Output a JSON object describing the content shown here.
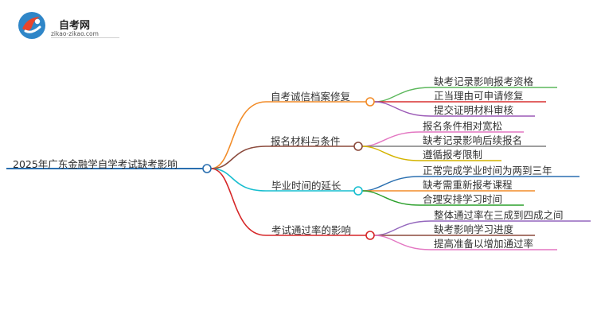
{
  "logo": {
    "title": "自考网",
    "url": "zikao-zikao.com"
  },
  "root": {
    "label": "2025年广东金融学自学考试缺考影响"
  },
  "branches": [
    {
      "label": "自考诚信档案修复",
      "color": "#f28c28",
      "children": [
        {
          "label": "缺考记录影响报考资格",
          "color": "#5cb85c"
        },
        {
          "label": "正当理由可申请修复",
          "color": "#d93030"
        },
        {
          "label": "提交证明材料审核",
          "color": "#9b59b6"
        }
      ]
    },
    {
      "label": "报名材料与条件",
      "color": "#8b4a3c",
      "children": [
        {
          "label": "报名条件相对宽松",
          "color": "#e377c2"
        },
        {
          "label": "缺考记录影响后续报名",
          "color": "#7f7f7f"
        },
        {
          "label": "遵循报考限制",
          "color": "#d4b400"
        }
      ]
    },
    {
      "label": "毕业时间的延长",
      "color": "#17becf",
      "children": [
        {
          "label": "正常完成学业时间为两到三年",
          "color": "#2a6fb0"
        },
        {
          "label": "缺考需重新报考课程",
          "color": "#f28c28"
        },
        {
          "label": "合理安排学习时间",
          "color": "#2ca02c"
        }
      ]
    },
    {
      "label": "考试通过率的影响",
      "color": "#d62728",
      "children": [
        {
          "label": "整体通过率在三成到四成之间",
          "color": "#9467bd"
        },
        {
          "label": "缺考影响学习进度",
          "color": "#8b4a3c"
        },
        {
          "label": "提高准备以增加通过率",
          "color": "#e377c2"
        }
      ]
    }
  ]
}
